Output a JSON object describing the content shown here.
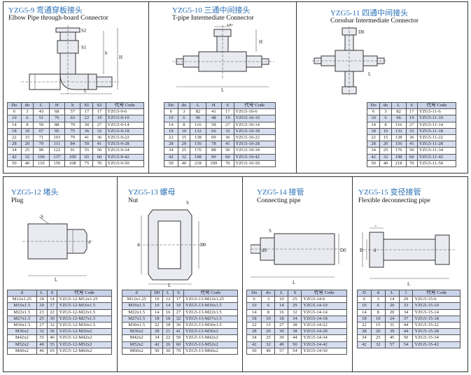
{
  "panels": [
    {
      "id": "p1",
      "title": "YZG5-9 弯通穿板接头",
      "subtitle": "Elbow Pipe through-board Connector",
      "headers": [
        "Do",
        "do",
        "L",
        "H",
        "h",
        "S1",
        "S2",
        "代号 Code"
      ],
      "rows": [
        [
          "6",
          "3",
          "43",
          "68",
          "57",
          "17",
          "17",
          "YZG5-9-6"
        ],
        [
          "10",
          "6",
          "51",
          "76",
          "63",
          "22",
          "19",
          "YZG5-9-10"
        ],
        [
          "14",
          "8",
          "59",
          "88",
          "70",
          "30",
          "27",
          "YZG5-9-14"
        ],
        [
          "18",
          "10",
          "67",
          "95",
          "75",
          "36",
          "32",
          "YZG5-9-18"
        ],
        [
          "22",
          "15",
          "71",
          "103",
          "79",
          "41",
          "36",
          "YZG5-9-22"
        ],
        [
          "28",
          "20",
          "79",
          "111",
          "84",
          "50",
          "41",
          "YZG5-9-28"
        ],
        [
          "34",
          "25",
          "90",
          "122",
          "91",
          "55",
          "50",
          "YZG5-9-34"
        ],
        [
          "42",
          "32",
          "100",
          "137",
          "100",
          "65",
          "60",
          "YZG5-9-42"
        ],
        [
          "50",
          "40",
          "110",
          "150",
          "108",
          "75",
          "70",
          "YZG5-9-50"
        ]
      ]
    },
    {
      "id": "p2",
      "title": "YZG5-10 三通中间接头",
      "subtitle": "T-pipe Intermediate Connector",
      "headers": [
        "Do",
        "do",
        "L",
        "H",
        "S",
        "代号 Code"
      ],
      "rows": [
        [
          "6",
          "3",
          "82",
          "41",
          "17",
          "YZG5-10-6"
        ],
        [
          "10",
          "6",
          "96",
          "48",
          "19",
          "YZG5-10-10"
        ],
        [
          "14",
          "8",
          "116",
          "58",
          "27",
          "YZG5-10-14"
        ],
        [
          "18",
          "10",
          "132",
          "66",
          "32",
          "YZG5-10-18"
        ],
        [
          "22",
          "15",
          "138",
          "69",
          "36",
          "YZG5-10-22"
        ],
        [
          "28",
          "20",
          "156",
          "78",
          "41",
          "YZG5-10-28"
        ],
        [
          "34",
          "25",
          "176",
          "88",
          "50",
          "YZG5-10-34"
        ],
        [
          "42",
          "32",
          "198",
          "99",
          "60",
          "YZG5-10-42"
        ],
        [
          "50",
          "40",
          "218",
          "109",
          "70",
          "YZG5-10-50"
        ]
      ]
    },
    {
      "id": "p3",
      "title": "YZG5-11 四通中间接头",
      "subtitle": "Corssbar Intermediate Connector",
      "headers": [
        "Do",
        "do",
        "L",
        "S",
        "代号 Code"
      ],
      "rows": [
        [
          "6",
          "3",
          "82",
          "17",
          "YZG5-11-6"
        ],
        [
          "10",
          "6",
          "96",
          "19",
          "YZG5-11-10"
        ],
        [
          "14",
          "8",
          "116",
          "27",
          "YZG5-11-14"
        ],
        [
          "18",
          "10",
          "132",
          "32",
          "YZG5-11-18"
        ],
        [
          "22",
          "15",
          "138",
          "36",
          "YZG5-11-22"
        ],
        [
          "28",
          "20",
          "156",
          "41",
          "YZG5-11-28"
        ],
        [
          "34",
          "25",
          "176",
          "50",
          "YZG5-11-34"
        ],
        [
          "42",
          "32",
          "198",
          "60",
          "YZG5-11-42"
        ],
        [
          "50",
          "40",
          "218",
          "70",
          "YZG5-11-50"
        ]
      ]
    },
    {
      "id": "p4",
      "title": "YZG5-12 堵头",
      "subtitle": "Plug",
      "headers": [
        "d",
        "L",
        "S",
        "代号 Code"
      ],
      "rows": [
        [
          "M12x1.25",
          "18",
          "14",
          "YZG5-12-M12x1.25"
        ],
        [
          "M16x1.5",
          "20",
          "17",
          "YZG5-12-M16x1.5"
        ],
        [
          "M22x1.5",
          "23",
          "22",
          "YZG5-12-M22x1.5"
        ],
        [
          "M27x1.5",
          "25",
          "30",
          "YZG5-12-M27x1.5"
        ],
        [
          "M30x1.5",
          "27",
          "32",
          "YZG5-12-M30x1.5"
        ],
        [
          "M36x2",
          "32",
          "36",
          "YZG5-12-M36x2"
        ],
        [
          "M42x2",
          "35",
          "46",
          "YZG5-12-M42x2"
        ],
        [
          "M52x2",
          "40",
          "55",
          "YZG5-12-M52x2"
        ],
        [
          "M60x2",
          "46",
          "65",
          "YZG5-12-M60x2"
        ]
      ]
    },
    {
      "id": "p5",
      "title": "YZG5-13 螺母",
      "subtitle": "Nut",
      "headers": [
        "d",
        "D0",
        "L",
        "S",
        "代号 Code"
      ],
      "rows": [
        [
          "M12x1.25",
          "10",
          "12",
          "17",
          "YZG5-13-M12x1.25"
        ],
        [
          "M16x1.5",
          "10",
          "14",
          "19",
          "YZG5-13-M16x1.5"
        ],
        [
          "M22x1.5",
          "14",
          "16",
          "27",
          "YZG5-13-M22x1.5"
        ],
        [
          "M27x1.5",
          "18",
          "18",
          "32",
          "YZG5-13-M27x1.5"
        ],
        [
          "M30x1.5",
          "22",
          "18",
          "36",
          "YZG5-13-M30x1.5"
        ],
        [
          "M36x2",
          "28",
          "21",
          "41",
          "YZG5-13-M36x2"
        ],
        [
          "M42x2",
          "34",
          "22",
          "50",
          "YZG5-13-M42x2"
        ],
        [
          "M52x2",
          "42",
          "26",
          "60",
          "YZG5-13-M52x2"
        ],
        [
          "M60x2",
          "50",
          "30",
          "70",
          "YZG5-13-M60x2"
        ]
      ]
    },
    {
      "id": "p6",
      "title": "YZG5-14 接管",
      "subtitle": "Connecting pipe",
      "headers": [
        "Do",
        "do",
        "L",
        "S",
        "代号 Code"
      ],
      "rows": [
        [
          "6",
          "3",
          "10",
          "25",
          "YZG5-14-6"
        ],
        [
          "10",
          "6",
          "14",
          "29",
          "YZG5-14-10"
        ],
        [
          "14",
          "8",
          "16",
          "32",
          "YZG5-14-14"
        ],
        [
          "18",
          "10",
          "18",
          "34",
          "YZG5-14-18"
        ],
        [
          "22",
          "15",
          "27",
          "38",
          "YZG5-14-22"
        ],
        [
          "28",
          "20",
          "30",
          "38",
          "YZG5-14-28"
        ],
        [
          "34",
          "25",
          "39",
          "44",
          "YZG5-14-34"
        ],
        [
          "42",
          "32",
          "49",
          "50",
          "YZG5-14-42"
        ],
        [
          "50",
          "40",
          "57",
          "54",
          "YZG5-14-50"
        ]
      ]
    },
    {
      "id": "p7",
      "title": "YZG5-15 变径接管",
      "subtitle": "Flexible deconnecting pipe",
      "headers": [
        "D",
        "d",
        "L",
        "l",
        "代号 Code"
      ],
      "rows": [
        [
          "6",
          "3",
          "14",
          "29",
          "YZG5-15-6"
        ],
        [
          "10",
          "6",
          "20",
          "33",
          "YZG5-15-10"
        ],
        [
          "14",
          "8",
          "20",
          "34",
          "YZG5-15-14"
        ],
        [
          "18",
          "10",
          "24",
          "37",
          "YZG5-15-18"
        ],
        [
          "22",
          "15",
          "31",
          "44",
          "YZG5-15-22"
        ],
        [
          "28",
          "20",
          "39",
          "44",
          "YZG5-15-28"
        ],
        [
          "34",
          "25",
          "45",
          "50",
          "YZG5-15-34"
        ],
        [
          "42",
          "32",
          "57",
          "54",
          "YZG5-15-42"
        ]
      ]
    }
  ],
  "drawings": {
    "p1": {
      "labels": [
        "S2",
        "S1",
        "h",
        "H",
        "L"
      ]
    },
    "p2": {
      "labels": [
        "D0",
        "H",
        "L"
      ]
    },
    "p3": {
      "labels": [
        "D0",
        "L"
      ]
    },
    "p4": {
      "labels": [
        "S",
        "d",
        "L"
      ]
    },
    "p5": {
      "labels": [
        "S",
        "d",
        "D0",
        "L"
      ]
    },
    "p6": {
      "labels": [
        "S",
        "d0",
        "D0",
        "L"
      ]
    },
    "p7": {
      "labels": [
        "l",
        "L",
        "D",
        "d"
      ]
    }
  }
}
